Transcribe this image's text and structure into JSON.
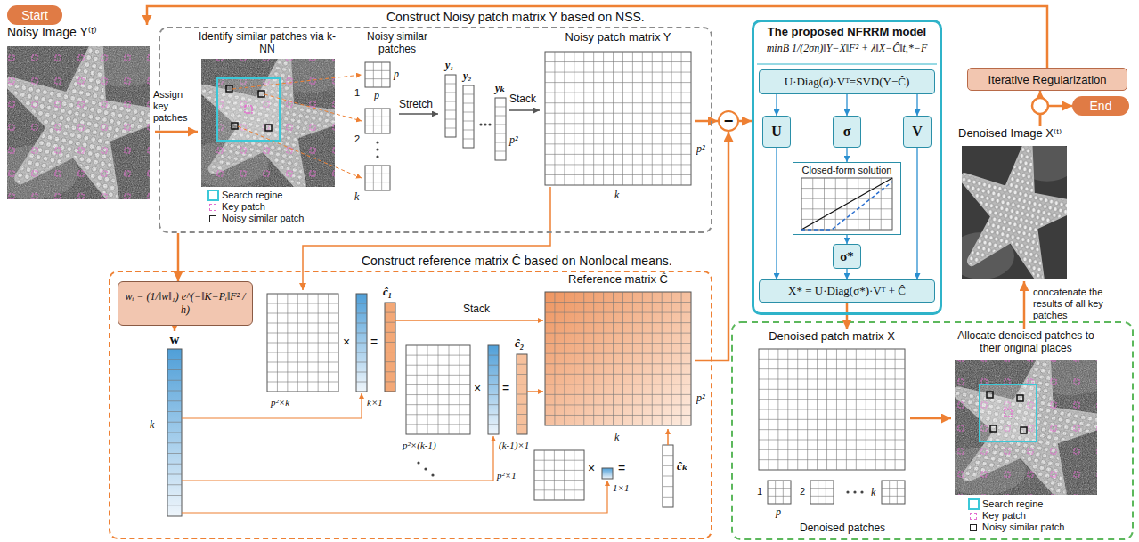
{
  "diagram": {
    "nodes": [
      {
        "text": [
          "Start"
        ]
      },
      {
        "text": [
          "Noisy Image Y⁽ᵗ⁾"
        ]
      },
      {
        "text": [
          "Construct Noisy patch matrix Y based on NSS."
        ]
      },
      {
        "text": [
          "Identify similar patches via k-NN"
        ],
        "in": 2
      },
      {
        "text": [
          "Noisy patch matrix Y"
        ],
        "in": 2
      },
      {
        "text": [
          "−"
        ]
      },
      {
        "text": [
          "The proposed NFRRM model",
          "minB 1/(2σn)‖Y−X‖F² + λ‖X−Ĉ‖t,*−F"
        ]
      },
      {
        "text": [
          "U·Diag(σ)·Vᵀ=SVD(Y−Ĉ)"
        ],
        "in": 6
      },
      {
        "text": [
          "U"
        ],
        "in": 6
      },
      {
        "text": [
          "σ"
        ],
        "in": 6
      },
      {
        "text": [
          "V"
        ],
        "in": 6
      },
      {
        "text": [
          "Closed-form solution"
        ],
        "in": 6
      },
      {
        "text": [
          "σ*"
        ],
        "in": 6
      },
      {
        "text": [
          "X* = U·Diag(σ*)·Vᵀ + Ĉ"
        ],
        "in": 6
      },
      {
        "text": [
          "Iterative Regularization"
        ]
      },
      {
        "text": [
          "End"
        ]
      },
      {
        "text": [
          "Denoised Image X⁽ᵗ⁾"
        ]
      },
      {
        "text": [
          "Construct reference matrix Ĉ based on Nonlocal means."
        ]
      },
      {
        "text": [
          "wᵢ = (1/‖w‖₁) e^(−‖K−Pᵢ‖F² / h)"
        ],
        "in": 17
      },
      {
        "text": [
          "w"
        ],
        "in": 17
      },
      {
        "text": [
          "Reference matrix Ĉ"
        ],
        "in": 17
      },
      {
        "text": [
          "Denoised patch matrix X"
        ]
      },
      {
        "text": [
          "Allocate denoised patches to their original places"
        ]
      }
    ],
    "edges": [
      {
        "from": 1,
        "to": 3,
        "arrow": "to",
        "label": "Assign key patches"
      },
      {
        "from": 4,
        "to": 5,
        "arrow": "to"
      },
      {
        "from": 20,
        "to": 5,
        "arrow": "to"
      },
      {
        "from": 5,
        "to": 6,
        "arrow": "to"
      },
      {
        "from": 2,
        "to": 18,
        "arrow": "to"
      },
      {
        "from": 18,
        "to": 19,
        "arrow": "to"
      },
      {
        "from": 7,
        "to": 8,
        "arrow": "to"
      },
      {
        "from": 7,
        "to": 9,
        "arrow": "to"
      },
      {
        "from": 7,
        "to": 10,
        "arrow": "to"
      },
      {
        "from": 9,
        "to": 11,
        "arrow": "to"
      },
      {
        "from": 11,
        "to": 12,
        "arrow": "to"
      },
      {
        "from": 12,
        "to": 13,
        "arrow": "to"
      },
      {
        "from": 8,
        "to": 13,
        "arrow": "to"
      },
      {
        "from": 10,
        "to": 13,
        "arrow": "to"
      },
      {
        "from": 13,
        "to": 21,
        "arrow": "to"
      },
      {
        "from": 21,
        "to": 22,
        "arrow": "to"
      },
      {
        "from": 22,
        "to": 16,
        "arrow": "to",
        "label": "concatenate the results of all key patches"
      },
      {
        "from": 16,
        "to": 14,
        "arrow": "to"
      },
      {
        "from": 16,
        "to": 15,
        "arrow": "to"
      },
      {
        "from": 14,
        "to": 1,
        "arrow": "to"
      }
    ],
    "labels": [
      "Noisy similar patches",
      "1",
      "2",
      "k",
      "p",
      "p",
      "Stretch",
      "y₁",
      "y₂",
      "yₖ",
      "p²",
      "Stack",
      "k",
      "p²",
      "k",
      "p²×k",
      "k×1",
      "ĉ₁",
      "Stack",
      "p²×(k-1)",
      "(k-1)×1",
      "ĉ₂",
      "p²×1",
      "1×1",
      "ĉₖ",
      "p²",
      "k",
      "×",
      "=",
      "×",
      "=",
      "×",
      "=",
      "1",
      "2",
      "k",
      "p",
      "Denoised patches"
    ],
    "legend": [
      {
        "text": "Search regine"
      },
      {
        "text": "Key patch"
      },
      {
        "text": "Noisy similar patch"
      },
      {
        "text": "Search regine"
      },
      {
        "text": "Key patch"
      },
      {
        "text": "Noisy similar patch"
      }
    ]
  }
}
